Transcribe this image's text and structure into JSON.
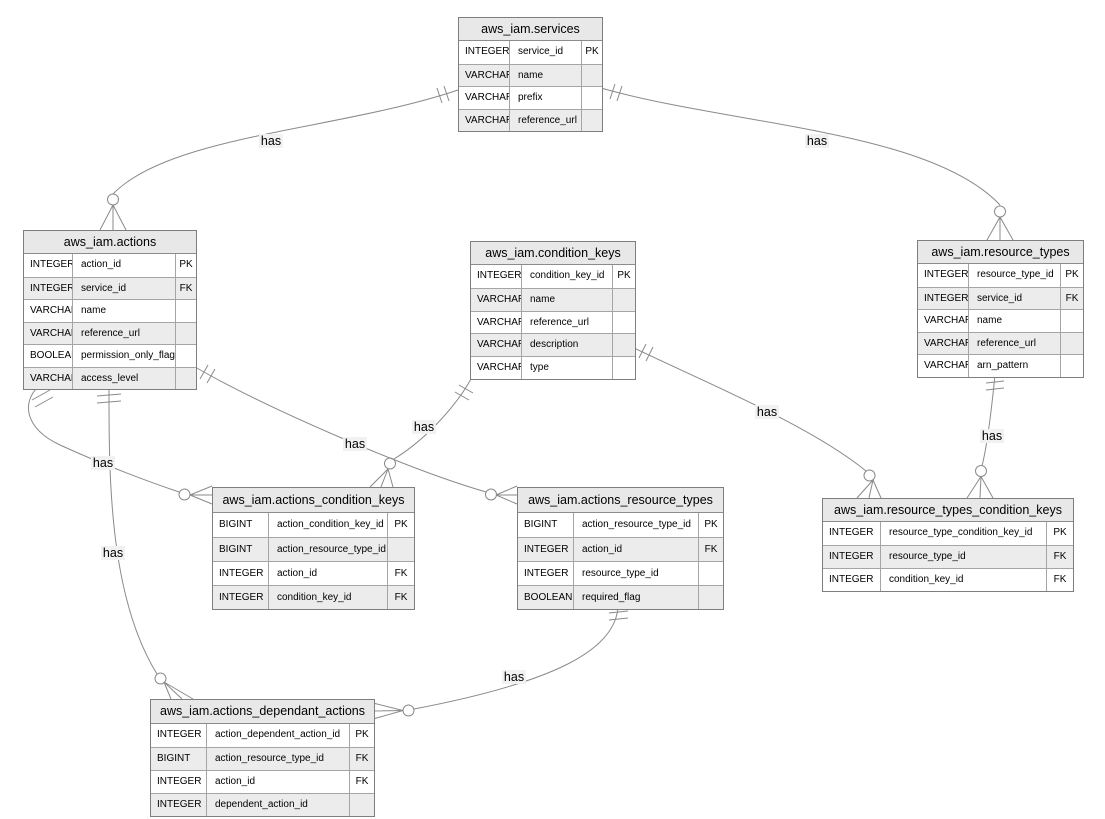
{
  "diagram": {
    "colors": {
      "background": "#ffffff",
      "line": "#8a8a8a",
      "table_border": "#7e7e7e",
      "header_bg": "#e8e8e8",
      "alt_row_bg": "#ececec",
      "label_bg": "#f1f1f1"
    },
    "tables": [
      {
        "id": "services",
        "title": "aws_iam.services",
        "rows": [
          [
            "INTEGER",
            "service_id",
            "PK"
          ],
          [
            "VARCHAR",
            "name",
            ""
          ],
          [
            "VARCHAR",
            "prefix",
            ""
          ],
          [
            "VARCHAR",
            "reference_url",
            ""
          ]
        ]
      },
      {
        "id": "actions",
        "title": "aws_iam.actions",
        "rows": [
          [
            "INTEGER",
            "action_id",
            "PK"
          ],
          [
            "INTEGER",
            "service_id",
            "FK"
          ],
          [
            "VARCHAR",
            "name",
            ""
          ],
          [
            "VARCHAR",
            "reference_url",
            ""
          ],
          [
            "BOOLEAN",
            "permission_only_flag",
            ""
          ],
          [
            "VARCHAR",
            "access_level",
            ""
          ]
        ]
      },
      {
        "id": "condition_keys",
        "title": "aws_iam.condition_keys",
        "rows": [
          [
            "INTEGER",
            "condition_key_id",
            "PK"
          ],
          [
            "VARCHAR",
            "name",
            ""
          ],
          [
            "VARCHAR",
            "reference_url",
            ""
          ],
          [
            "VARCHAR",
            "description",
            ""
          ],
          [
            "VARCHAR",
            "type",
            ""
          ]
        ]
      },
      {
        "id": "resource_types",
        "title": "aws_iam.resource_types",
        "rows": [
          [
            "INTEGER",
            "resource_type_id",
            "PK"
          ],
          [
            "INTEGER",
            "service_id",
            "FK"
          ],
          [
            "VARCHAR",
            "name",
            ""
          ],
          [
            "VARCHAR",
            "reference_url",
            ""
          ],
          [
            "VARCHAR",
            "arn_pattern",
            ""
          ]
        ]
      },
      {
        "id": "actions_condition_keys",
        "title": "aws_iam.actions_condition_keys",
        "rows": [
          [
            "BIGINT",
            "action_condition_key_id",
            "PK"
          ],
          [
            "BIGINT",
            "action_resource_type_id",
            ""
          ],
          [
            "INTEGER",
            "action_id",
            "FK"
          ],
          [
            "INTEGER",
            "condition_key_id",
            "FK"
          ]
        ]
      },
      {
        "id": "actions_resource_types",
        "title": "aws_iam.actions_resource_types",
        "rows": [
          [
            "BIGINT",
            "action_resource_type_id",
            "PK"
          ],
          [
            "INTEGER",
            "action_id",
            "FK"
          ],
          [
            "INTEGER",
            "resource_type_id",
            ""
          ],
          [
            "BOOLEAN",
            "required_flag",
            ""
          ]
        ]
      },
      {
        "id": "resource_types_condition_keys",
        "title": "aws_iam.resource_types_condition_keys",
        "rows": [
          [
            "INTEGER",
            "resource_type_condition_key_id",
            "PK"
          ],
          [
            "INTEGER",
            "resource_type_id",
            "FK"
          ],
          [
            "INTEGER",
            "condition_key_id",
            "FK"
          ]
        ]
      },
      {
        "id": "actions_dependant_actions",
        "title": "aws_iam.actions_dependant_actions",
        "rows": [
          [
            "INTEGER",
            "action_dependent_action_id",
            "PK"
          ],
          [
            "BIGINT",
            "action_resource_type_id",
            "FK"
          ],
          [
            "INTEGER",
            "action_id",
            "FK"
          ],
          [
            "INTEGER",
            "dependent_action_id",
            ""
          ]
        ]
      }
    ],
    "relationships": [
      {
        "id": "services-actions",
        "from": "services",
        "to": "actions",
        "label": "has",
        "from_cardinality": "exactly-one",
        "to_cardinality": "zero-or-many"
      },
      {
        "id": "services-resource_types",
        "from": "services",
        "to": "resource_types",
        "label": "has",
        "from_cardinality": "exactly-one",
        "to_cardinality": "zero-or-many"
      },
      {
        "id": "actions-actions_condition_keys",
        "from": "actions",
        "to": "actions_condition_keys",
        "label": "has",
        "from_cardinality": "exactly-one",
        "to_cardinality": "zero-or-many"
      },
      {
        "id": "condition_keys-actions_condition_keys",
        "from": "condition_keys",
        "to": "actions_condition_keys",
        "label": "has",
        "from_cardinality": "exactly-one",
        "to_cardinality": "zero-or-many"
      },
      {
        "id": "actions-actions_resource_types",
        "from": "actions",
        "to": "actions_resource_types",
        "label": "has",
        "from_cardinality": "exactly-one",
        "to_cardinality": "zero-or-many"
      },
      {
        "id": "condition_keys-resource_types_condition_keys",
        "from": "condition_keys",
        "to": "resource_types_condition_keys",
        "label": "has",
        "from_cardinality": "exactly-one",
        "to_cardinality": "zero-or-many"
      },
      {
        "id": "resource_types-resource_types_condition_keys",
        "from": "resource_types",
        "to": "resource_types_condition_keys",
        "label": "has",
        "from_cardinality": "exactly-one",
        "to_cardinality": "zero-or-many"
      },
      {
        "id": "actions-actions_dependant_actions",
        "from": "actions",
        "to": "actions_dependant_actions",
        "label": "has",
        "from_cardinality": "exactly-one",
        "to_cardinality": "zero-or-many"
      },
      {
        "id": "actions_resource_types-actions_dependant_actions",
        "from": "actions_resource_types",
        "to": "actions_dependant_actions",
        "label": "has",
        "from_cardinality": "exactly-one",
        "to_cardinality": "zero-or-many"
      }
    ]
  }
}
